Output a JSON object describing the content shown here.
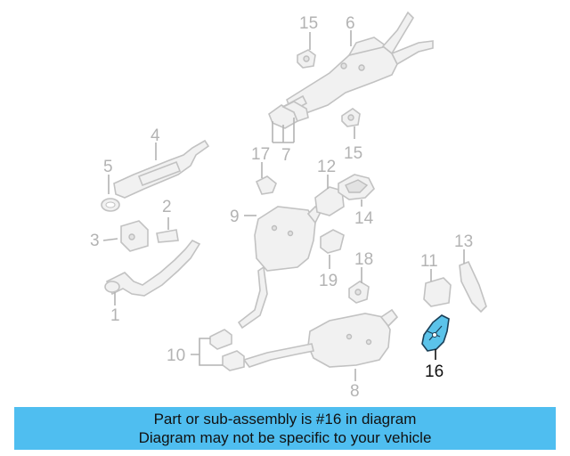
{
  "diagram": {
    "highlight_color": "#5bc3ea",
    "callouts": [
      {
        "id": "1",
        "text": "1"
      },
      {
        "id": "2",
        "text": "2"
      },
      {
        "id": "3",
        "text": "3"
      },
      {
        "id": "4",
        "text": "4"
      },
      {
        "id": "5",
        "text": "5"
      },
      {
        "id": "6",
        "text": "6"
      },
      {
        "id": "7",
        "text": "7"
      },
      {
        "id": "8",
        "text": "8"
      },
      {
        "id": "9",
        "text": "9"
      },
      {
        "id": "10",
        "text": "10"
      },
      {
        "id": "11",
        "text": "11"
      },
      {
        "id": "12",
        "text": "12"
      },
      {
        "id": "13",
        "text": "13"
      },
      {
        "id": "14",
        "text": "14"
      },
      {
        "id": "15a",
        "text": "15"
      },
      {
        "id": "15b",
        "text": "15"
      },
      {
        "id": "16",
        "text": "16",
        "highlighted": true
      },
      {
        "id": "17",
        "text": "17"
      },
      {
        "id": "18",
        "text": "18"
      },
      {
        "id": "19",
        "text": "19"
      }
    ]
  },
  "banner": {
    "line1": "Part or sub-assembly is #16 in diagram",
    "line2": "Diagram may not be specific to your vehicle",
    "background": "#4fbef0"
  }
}
